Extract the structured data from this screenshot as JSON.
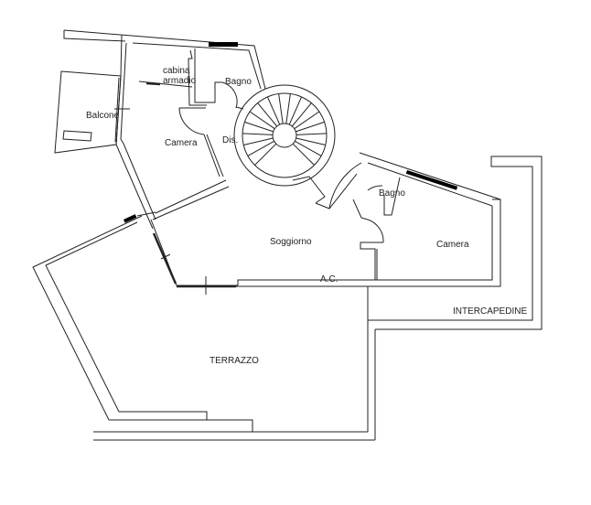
{
  "rooms": {
    "cabina_line1": "cabina",
    "cabina_line2": "armadio",
    "bagno_upper": "Bagno",
    "balcone": "Balcone",
    "camera_left": "Camera",
    "disimpegno": "Dis.",
    "bagno_right": "Bagno",
    "soggiorno": "Soggiorno",
    "camera_right": "Camera",
    "ac": "A.C.",
    "intercapedine": "INTERCAPEDINE",
    "terrazzo": "TERRAZZO"
  }
}
